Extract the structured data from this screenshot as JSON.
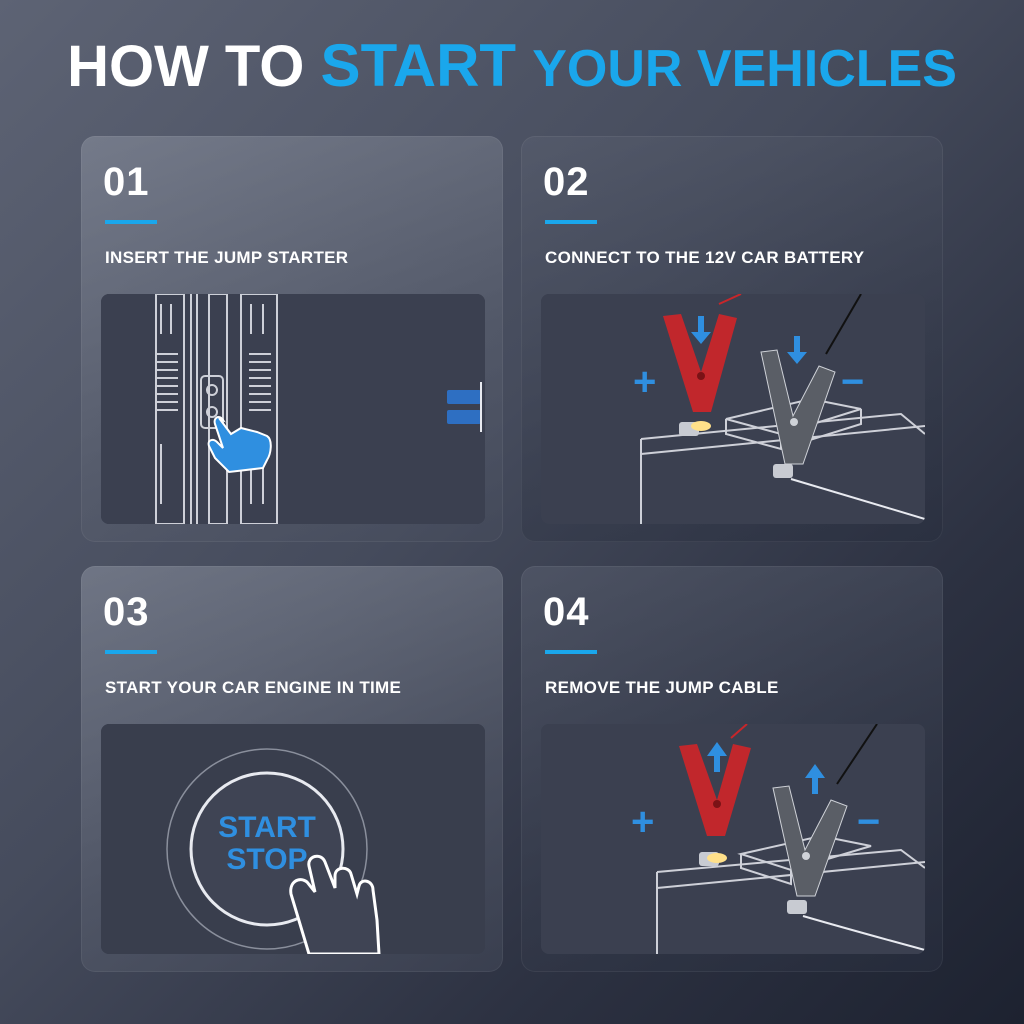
{
  "headline": {
    "part1": "HOW TO",
    "part2": "START",
    "part3": "YOUR VEHICLES"
  },
  "colors": {
    "accent": "#1aa7ec",
    "clamp_positive": "#c8262a",
    "clamp_negative": "#3d3f44"
  },
  "steps": [
    {
      "number": "01",
      "label": "INSERT THE JUMP STARTER",
      "icon": "jump-starter-port-icon"
    },
    {
      "number": "02",
      "label": "CONNECT TO THE 12V CAR BATTERY",
      "icon": "battery-clamp-icon"
    },
    {
      "number": "03",
      "label": "START YOUR CAR ENGINE IN TIME",
      "icon": "start-stop-button-icon"
    },
    {
      "number": "04",
      "label": "REMOVE THE JUMP CABLE",
      "icon": "battery-clamp-icon"
    }
  ],
  "start_button": {
    "line1": "START",
    "line2": "STOP"
  },
  "signs": {
    "plus": "+",
    "minus": "−"
  }
}
